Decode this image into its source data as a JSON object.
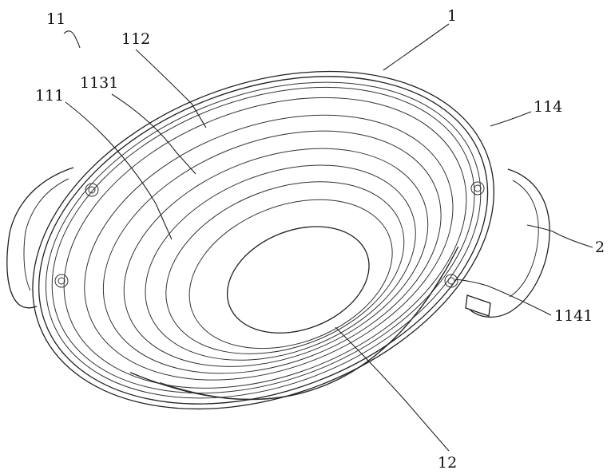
{
  "figure": {
    "labels": {
      "l11": "11",
      "l112": "112",
      "l1": "1",
      "l1131": "1131",
      "l111": "111",
      "l114": "114",
      "l2": "2",
      "l1141": "1141",
      "l12": "12"
    }
  }
}
